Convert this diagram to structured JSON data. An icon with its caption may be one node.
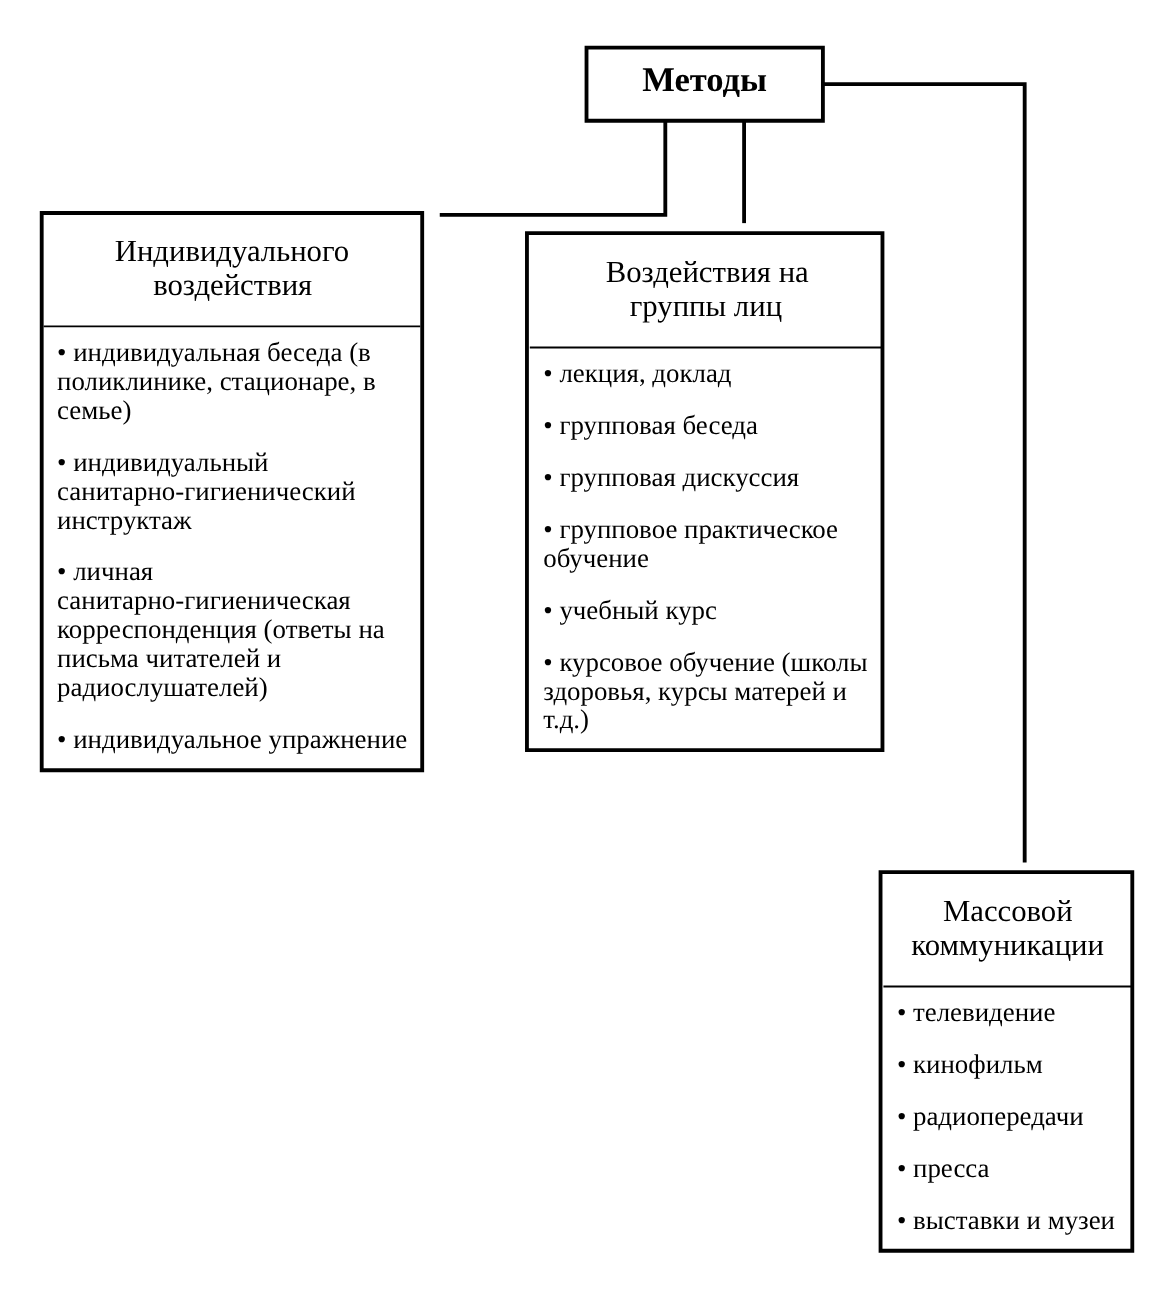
{
  "diagram": {
    "nodes": [
      {
        "text": [
          "Методы"
        ]
      },
      {
        "text": [
          "Индивидуального воздействия",
          "• индивидуальная беседа (в поликлинике, стационаре, в семье)",
          "• индивидуальный санитарно-гигиенический инструктаж",
          "• личная санитарно-гигиеническая корреспонденция (ответы на письма читателей и радиослушателей)",
          "• индивидуальное упражнение"
        ]
      },
      {
        "text": [
          "Воздействия на группы лиц",
          "• лекция, доклад",
          "• групповая беседа",
          "• групповая дискуссия",
          "• групповое практическое обучение",
          "• учебный курс",
          "• курсовое обучение (школы здоровья, курсы матерей и т.д.)"
        ]
      },
      {
        "text": [
          "Массовой коммуникации",
          "• телевидение",
          "• кинофильм",
          "• радиопередачи",
          "• пресса",
          "• выставки и музеи"
        ]
      }
    ],
    "edges": [
      {
        "from": 0,
        "to": 1,
        "arrow": "none"
      },
      {
        "from": 0,
        "to": 2,
        "arrow": "none"
      },
      {
        "from": 0,
        "to": 3,
        "arrow": "none"
      }
    ]
  }
}
